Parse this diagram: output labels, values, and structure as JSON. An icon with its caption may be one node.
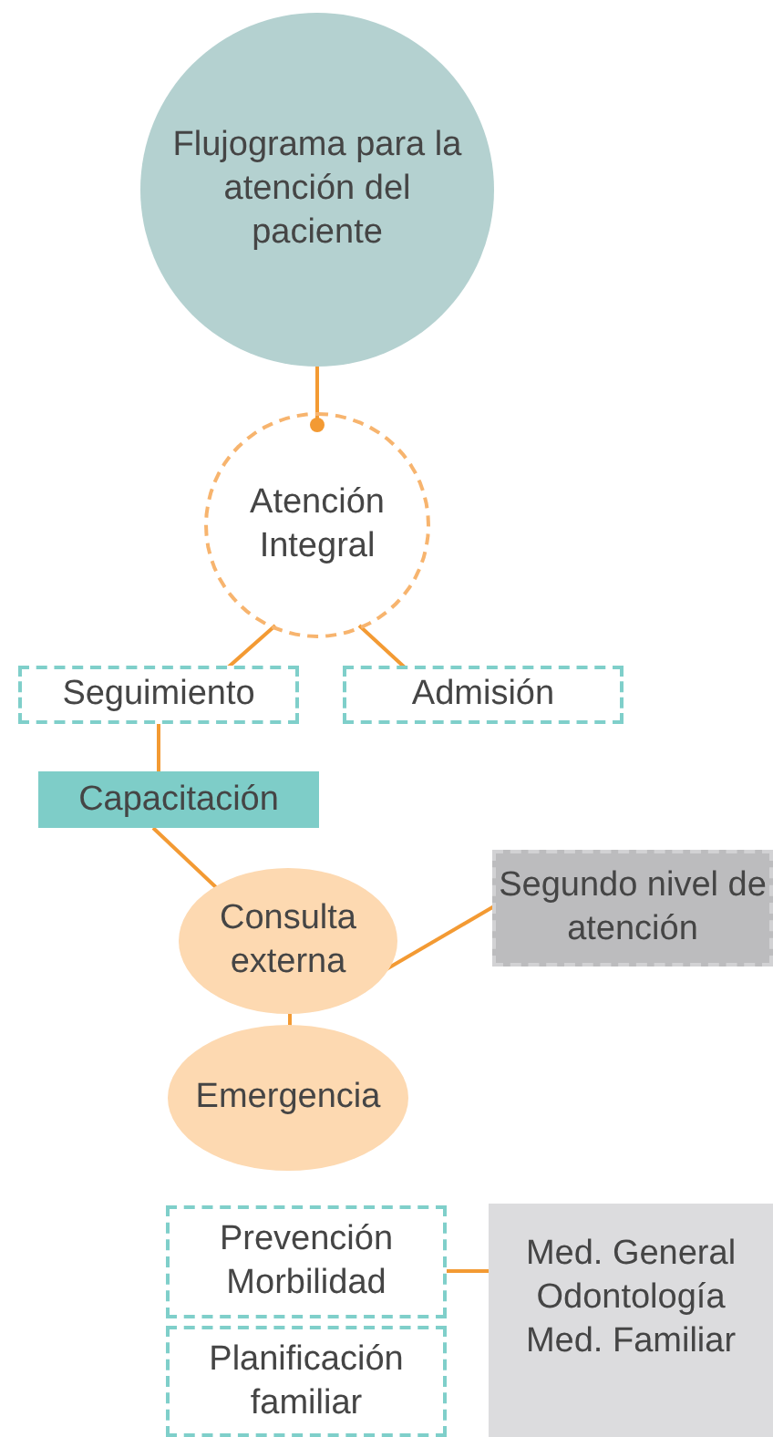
{
  "diagram": {
    "nodes": [
      {
        "text": [
          "Flujograma para la atención del paciente"
        ]
      },
      {
        "text": [
          "Atención Integral"
        ]
      },
      {
        "text": [
          "Seguimiento"
        ]
      },
      {
        "text": [
          "Admisión"
        ]
      },
      {
        "text": [
          "Capacitación"
        ]
      },
      {
        "text": [
          "Consulta externa"
        ]
      },
      {
        "text": [
          "Segundo nivel de atención"
        ]
      },
      {
        "text": [
          "Emergencia"
        ]
      },
      {
        "text": [
          "Prevención Morbilidad"
        ]
      },
      {
        "text": [
          "Planificación familiar"
        ]
      },
      {
        "text": [
          "Med. General Odontología Med. Familiar"
        ]
      }
    ],
    "edges": [
      {
        "from": 0,
        "to": 1,
        "arrow": "other"
      },
      {
        "from": 1,
        "to": 2,
        "arrow": "none"
      },
      {
        "from": 1,
        "to": 3,
        "arrow": "none"
      },
      {
        "from": 2,
        "to": 4,
        "arrow": "none"
      },
      {
        "from": 4,
        "to": 5,
        "arrow": "none"
      },
      {
        "from": 5,
        "to": 6,
        "arrow": "none"
      },
      {
        "from": 5,
        "to": 7,
        "arrow": "none"
      },
      {
        "from": 8,
        "to": 10,
        "arrow": "none"
      }
    ]
  }
}
